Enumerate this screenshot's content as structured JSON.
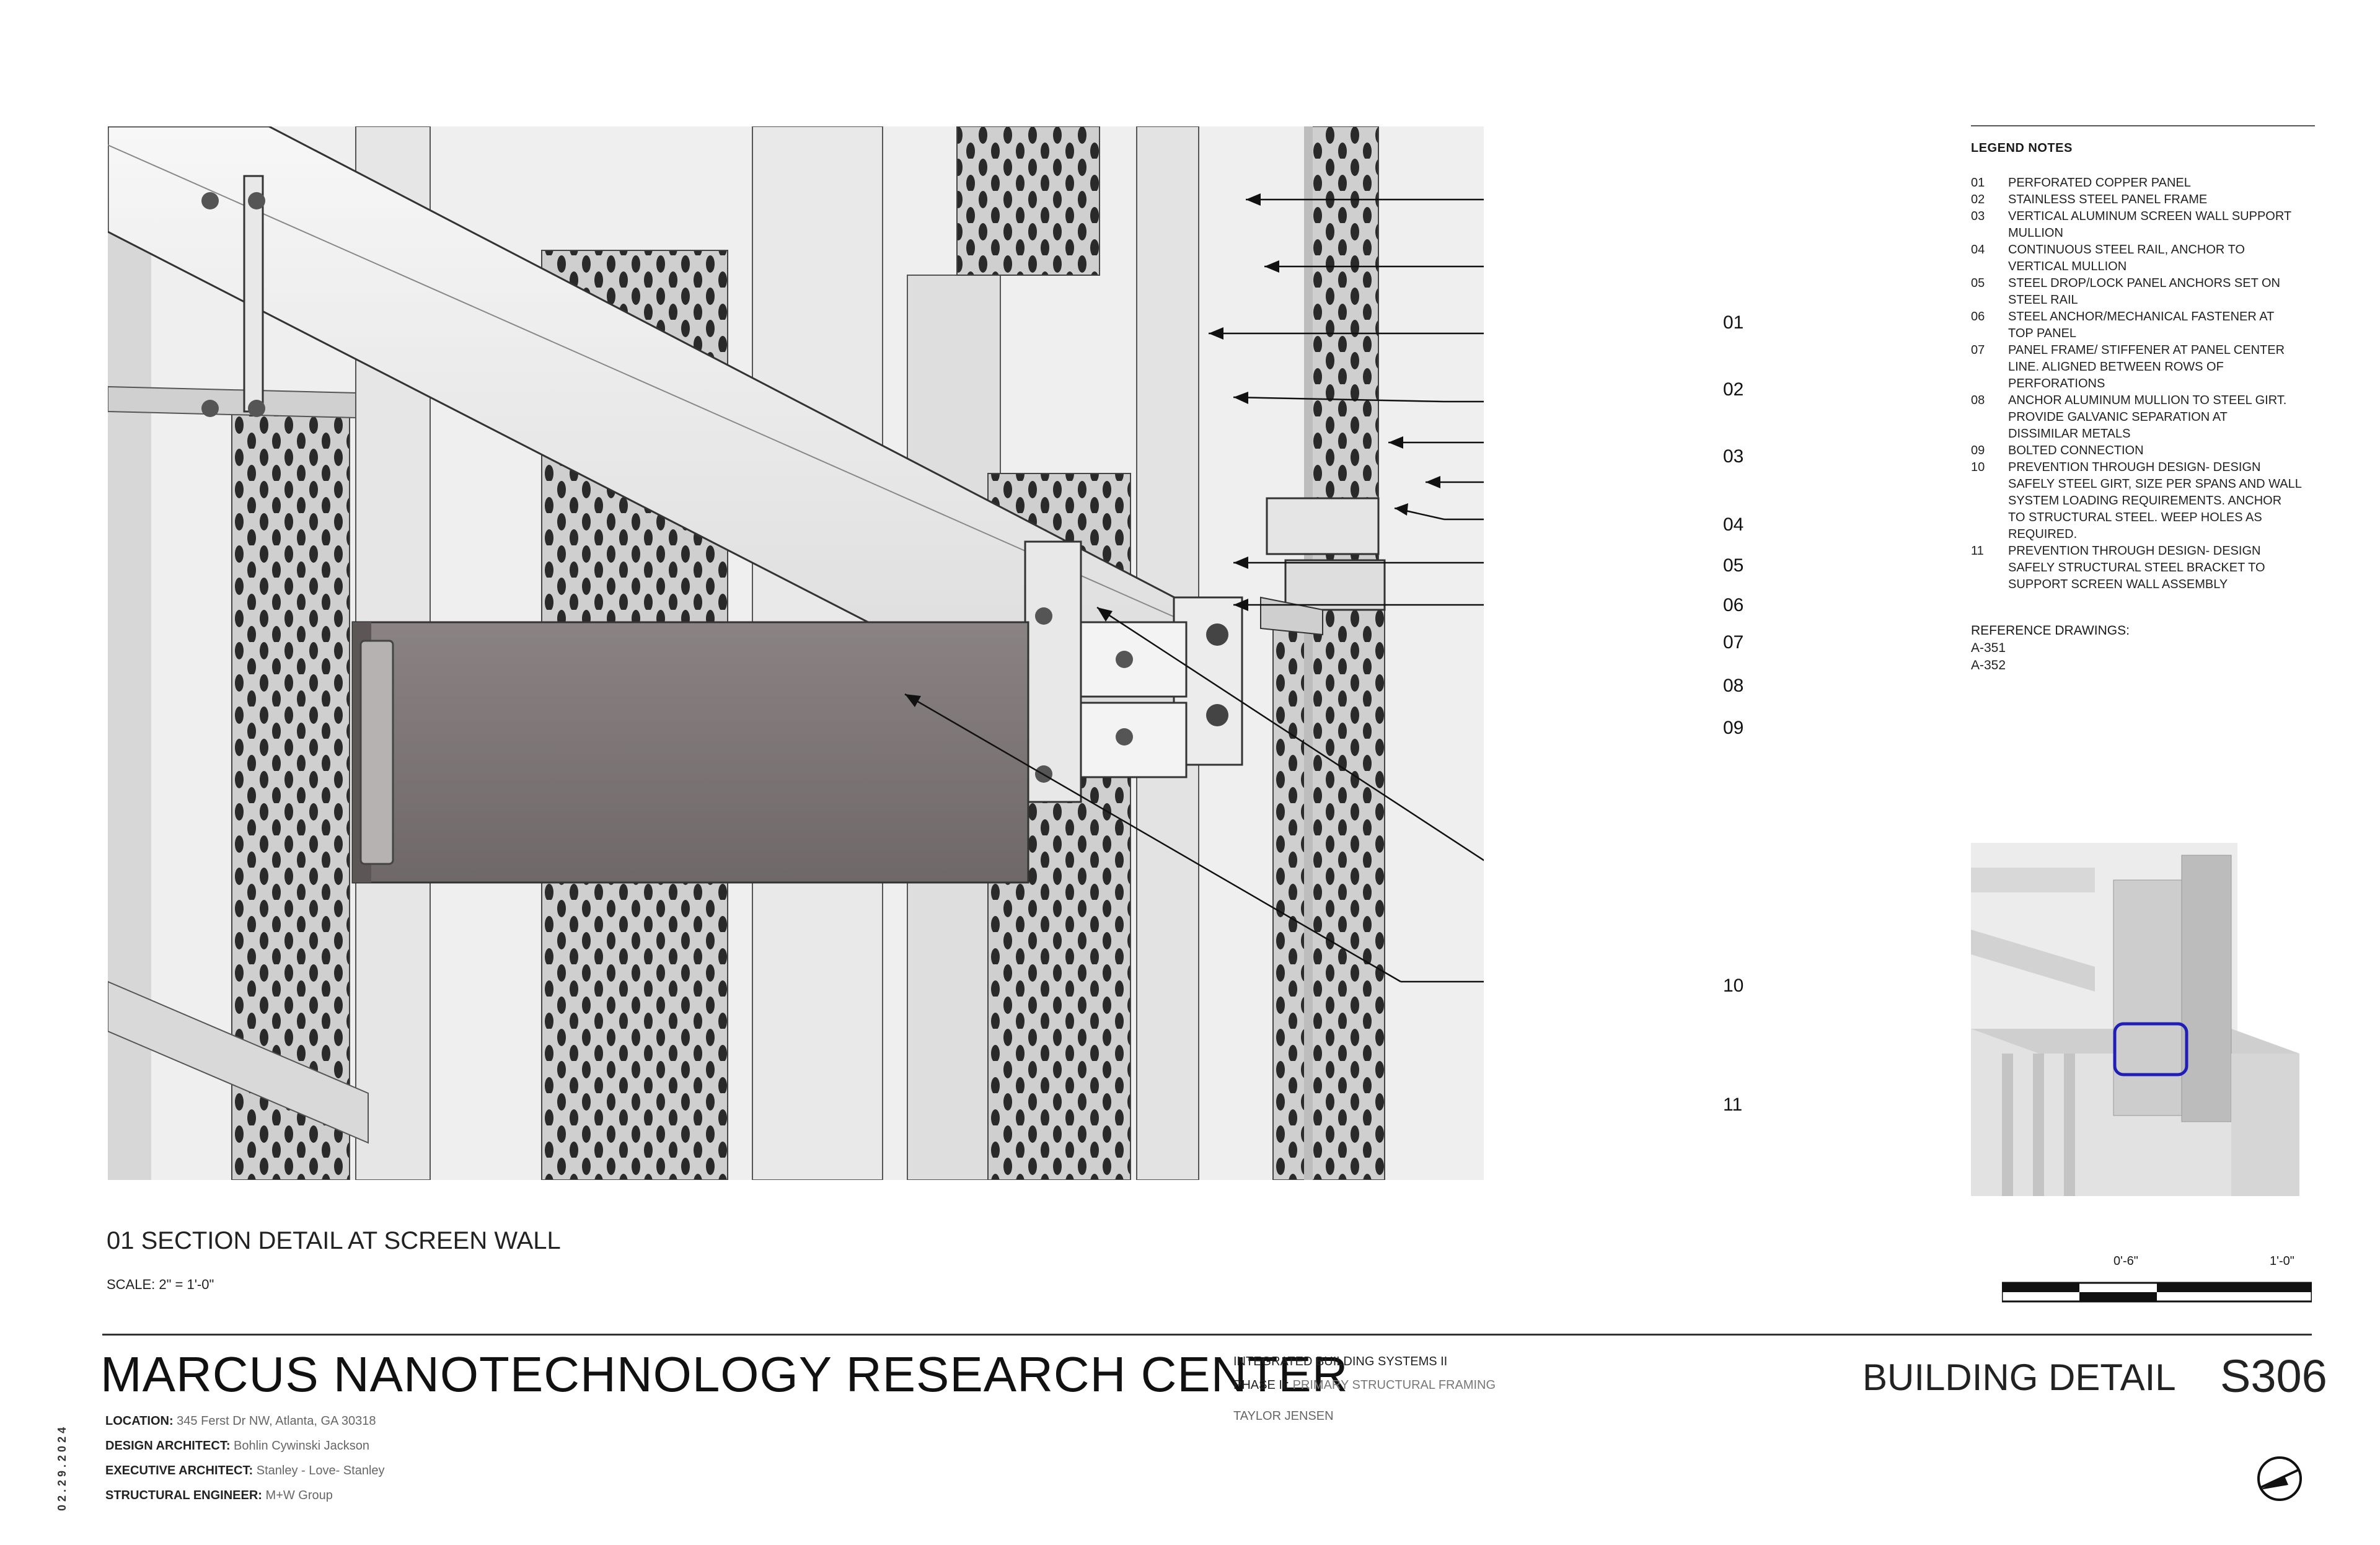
{
  "section": {
    "title": "01 SECTION DETAIL AT SCREEN WALL",
    "scale": "SCALE: 2\" = 1'-0\""
  },
  "callouts": [
    "01",
    "02",
    "03",
    "04",
    "05",
    "06",
    "07",
    "08",
    "09",
    "10",
    "11"
  ],
  "legend": {
    "title": "LEGEND NOTES",
    "items": [
      {
        "no": "01",
        "lines": [
          "PERFORATED COPPER PANEL"
        ]
      },
      {
        "no": "02",
        "lines": [
          "STAINLESS STEEL PANEL FRAME"
        ]
      },
      {
        "no": "03",
        "lines": [
          "VERTICAL ALUMINUM SCREEN WALL SUPPORT",
          "MULLION"
        ]
      },
      {
        "no": "04",
        "lines": [
          "CONTINUOUS STEEL RAIL, ANCHOR TO",
          "VERTICAL MULLION"
        ]
      },
      {
        "no": "05",
        "lines": [
          "STEEL DROP/LOCK PANEL ANCHORS SET ON",
          "STEEL RAIL"
        ]
      },
      {
        "no": "06",
        "lines": [
          "STEEL ANCHOR/MECHANICAL FASTENER AT",
          "TOP PANEL"
        ]
      },
      {
        "no": "07",
        "lines": [
          "PANEL FRAME/ STIFFENER AT PANEL CENTER",
          "LINE. ALIGNED BETWEEN ROWS OF",
          "PERFORATIONS"
        ]
      },
      {
        "no": "08",
        "lines": [
          "ANCHOR ALUMINUM MULLION TO STEEL GIRT.",
          "PROVIDE GALVANIC SEPARATION AT",
          "DISSIMILAR METALS"
        ]
      },
      {
        "no": "09",
        "lines": [
          "BOLTED CONNECTION"
        ]
      },
      {
        "no": "10",
        "lines": [
          "PREVENTION THROUGH DESIGN- DESIGN",
          "SAFELY STEEL GIRT, SIZE PER SPANS AND WALL",
          "SYSTEM LOADING REQUIREMENTS. ANCHOR",
          "TO STRUCTURAL STEEL. WEEP HOLES AS",
          "REQUIRED."
        ]
      },
      {
        "no": "11",
        "lines": [
          "PREVENTION THROUGH DESIGN- DESIGN",
          "SAFELY STRUCTURAL STEEL BRACKET TO",
          "SUPPORT SCREEN WALL ASSEMBLY"
        ]
      }
    ]
  },
  "references": {
    "title": "REFERENCE DRAWINGS:",
    "items": [
      "A-351",
      "A-352"
    ]
  },
  "scalebar": {
    "mid": "0'-6\"",
    "end": "1'-0\""
  },
  "project": {
    "title": "MARCUS NANOTECHNOLOGY RESEARCH CENTER",
    "location_label": "LOCATION:",
    "location": "345 Ferst Dr NW, Atlanta, GA 30318",
    "design_label": "DESIGN ARCHITECT:",
    "design": "Bohlin Cywinski Jackson",
    "executive_label": "EXECUTIVE ARCHITECT:",
    "executive": "Stanley - Love- Stanley",
    "structural_label": "STRUCTURAL ENGINEER:",
    "structural": "M+W Group",
    "course": "INTEGRATED BUILDING SYSTEMS II",
    "phase_label": "PHASE II:",
    "phase": "PRIMARY STRUCTURAL FRAMING",
    "author": "TAYLOR JENSEN",
    "date": "02.29.2024"
  },
  "sheet": {
    "name": "BUILDING DETAIL",
    "number": "S306"
  },
  "colors": {
    "ink": "#111111",
    "steel": "#7d7676",
    "panel": "#c9c9c9",
    "highlight": "#1f1fb8"
  }
}
